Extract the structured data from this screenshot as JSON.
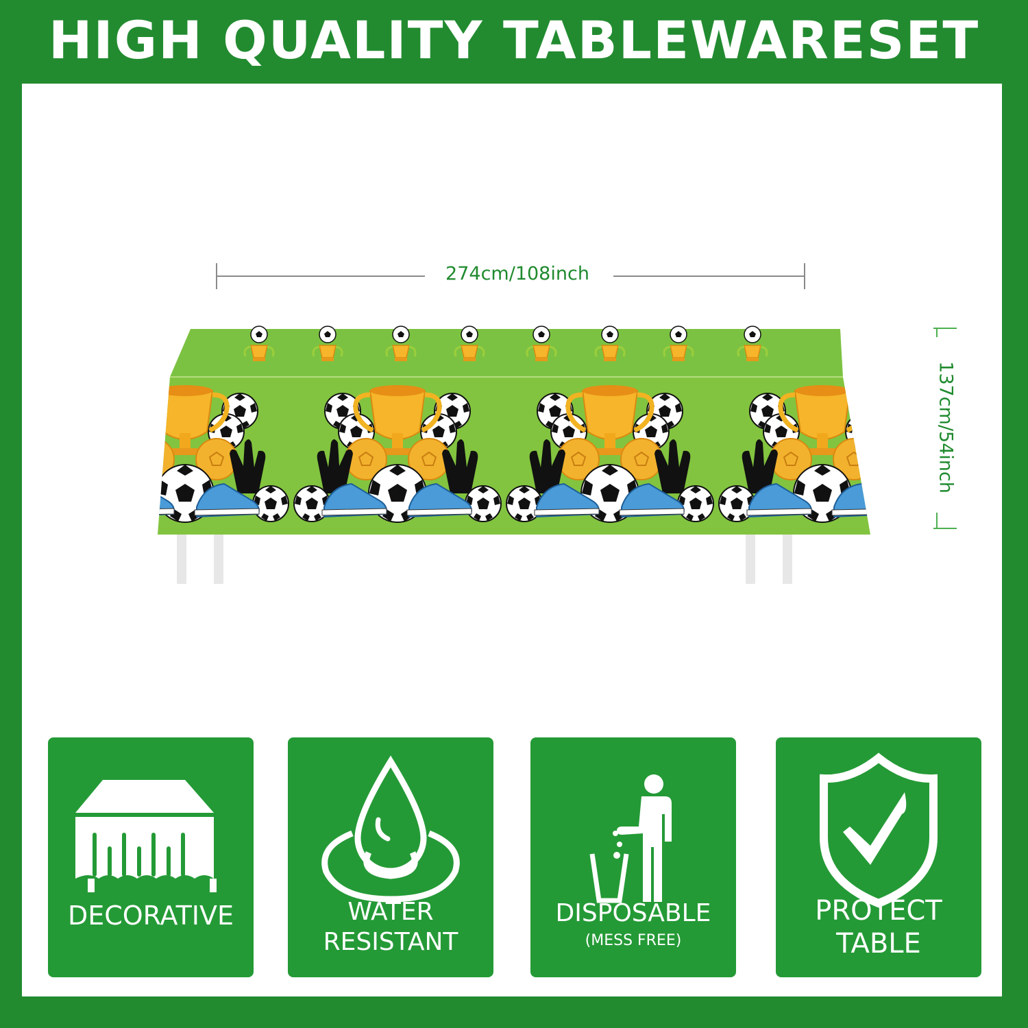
{
  "header": {
    "title": "HIGH QUALITY TABLEWARESET"
  },
  "dimensions": {
    "width_label": "274cm/108inch",
    "height_label": "137cm/54inch"
  },
  "product": {
    "name": "soccer-themed tablecloth",
    "pattern_icons": [
      "soccer-ball-icon",
      "trophy-icon",
      "goalkeeper-glove-icon",
      "cleat-icon"
    ]
  },
  "features": [
    {
      "icon": "tablecloth-icon",
      "line1": "DECORATIVE",
      "line2": ""
    },
    {
      "icon": "water-drop-icon",
      "line1": "WATER",
      "line2": "RESISTANT"
    },
    {
      "icon": "trash-disposal-icon",
      "line1": "DISPOSABLE",
      "line2": "(MESS FREE)"
    },
    {
      "icon": "shield-check-icon",
      "line1": "PROTECT",
      "line2": "TABLE"
    }
  ],
  "colors": {
    "brand_green": "#228B30",
    "card_green": "#249A36",
    "cloth_green": "#7CC242",
    "dimension_text": "#1f8a2e",
    "trophy_gold": "#F2A81D",
    "cleat_blue": "#4A9BD8"
  }
}
